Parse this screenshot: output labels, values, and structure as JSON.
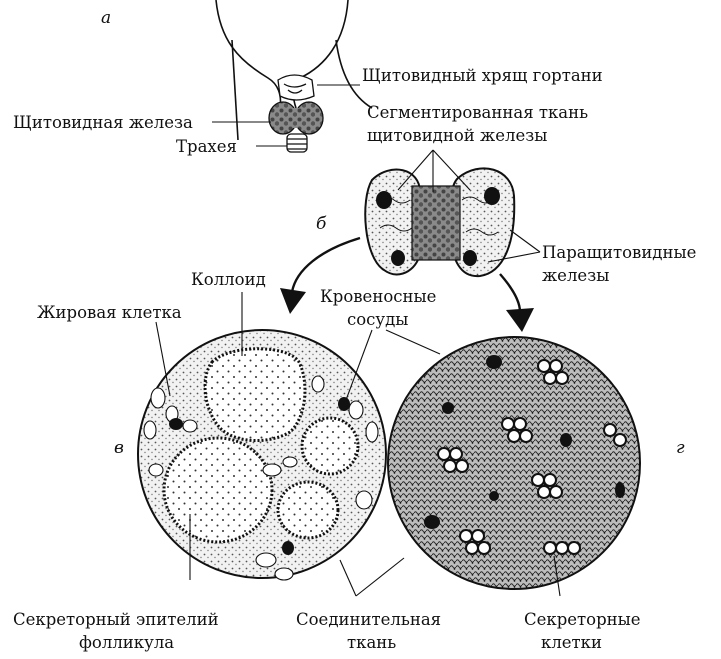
{
  "panel_letters": {
    "a": "а",
    "b": "б",
    "v": "в",
    "g": "г"
  },
  "labels": {
    "thyroid_cartilage": "Щитовидный хрящ гортани",
    "thyroid_gland": "Щитовидная железа",
    "trachea": "Трахея",
    "segmented_tissue_line1": "Сегментированная ткань",
    "segmented_tissue_line2": "щитовидной железы",
    "parathyroid_line1": "Паращитовидные",
    "parathyroid_line2": "железы",
    "colloid": "Коллоид",
    "fat_cell": "Жировая клетка",
    "blood_vessels_line1": "Кровеносные",
    "blood_vessels_line2": "сосуды",
    "secretory_epithelium_line1": "Секреторный эпителий",
    "secretory_epithelium_line2": "фолликула",
    "connective_tissue_line1": "Соединительная",
    "connective_tissue_line2": "ткань",
    "secretory_cells_line1": "Секреторные",
    "secretory_cells_line2": "клетки"
  },
  "colors": {
    "ink": "#111111",
    "paper": "#ffffff",
    "stroma": "#c8c8c8"
  }
}
